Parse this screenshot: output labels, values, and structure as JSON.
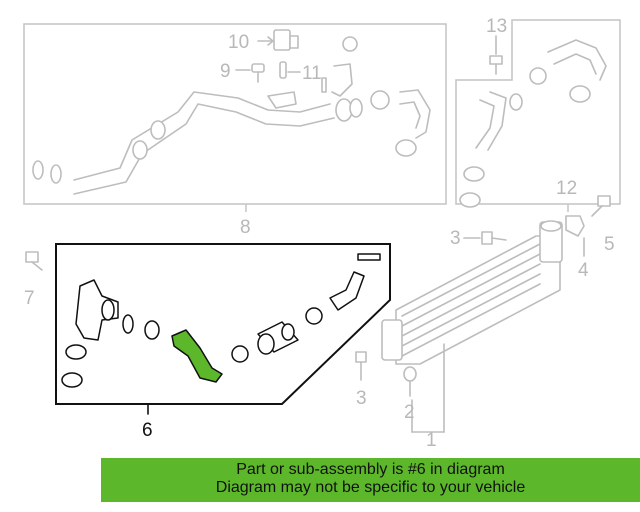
{
  "callouts": {
    "c1": "1",
    "c2": "2",
    "c3a": "3",
    "c3b": "3",
    "c4": "4",
    "c5": "5",
    "c6": "6",
    "c7": "7",
    "c8": "8",
    "c9": "9",
    "c10": "10",
    "c11": "11",
    "c12": "12",
    "c13": "13"
  },
  "highlight": {
    "part_number": "6",
    "color": "#5cb82a"
  },
  "banner": {
    "line1": "Part or sub-assembly is #6 in diagram",
    "line2": "Diagram may not be specific to your vehicle"
  }
}
